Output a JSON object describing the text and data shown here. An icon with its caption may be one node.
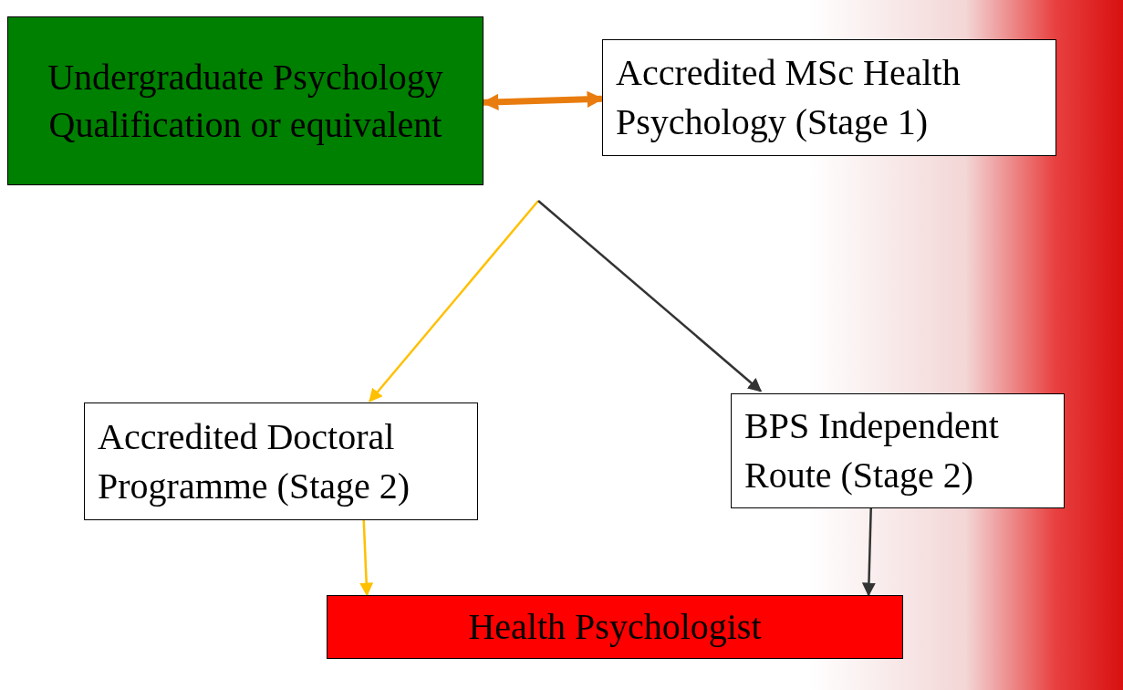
{
  "diagram": {
    "nodes": [
      {
        "text": [
          "Undergraduate Psychology Qualification or equivalent"
        ]
      },
      {
        "text": [
          "Accredited MSc Health Psychology (Stage 1)"
        ]
      },
      {
        "text": [
          "Accredited Doctoral Programme (Stage 2)"
        ]
      },
      {
        "text": [
          "BPS Independent Route (Stage 2)"
        ]
      },
      {
        "text": [
          "Health Psychologist"
        ]
      }
    ],
    "edges": [
      {
        "from": 0,
        "to": 1,
        "arrow": "both",
        "style": "thick",
        "color": "#e97c0e"
      },
      {
        "from": null,
        "to": 2,
        "arrow": "to",
        "color": "#ffc000"
      },
      {
        "from": null,
        "to": 3,
        "arrow": "to",
        "color": "#333333"
      },
      {
        "from": 2,
        "to": 4,
        "arrow": "to",
        "color": "#ffc000"
      },
      {
        "from": 3,
        "to": 4,
        "arrow": "to",
        "color": "#333333"
      }
    ]
  }
}
